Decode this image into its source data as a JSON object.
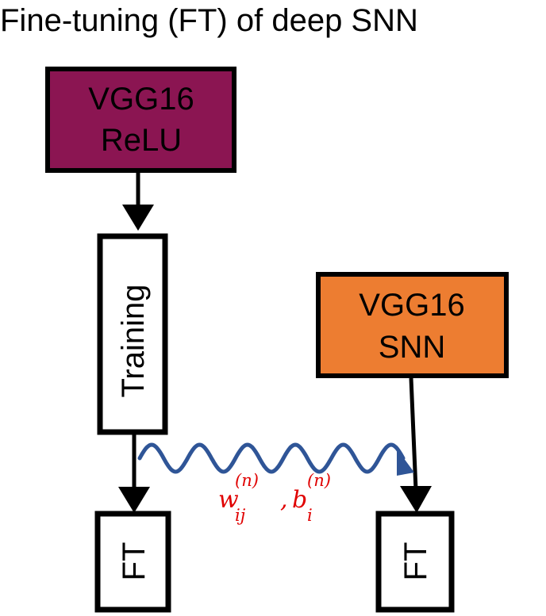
{
  "title": "Fine-tuning (FT) of deep SNN",
  "boxes": {
    "relu": {
      "line1": "VGG16",
      "line2": "ReLU",
      "fill": "#8B1552"
    },
    "training": {
      "label": "Training",
      "fill": "#FFFFFF"
    },
    "snn": {
      "line1": "VGG16",
      "line2": "SNN",
      "fill": "#ED7D31"
    },
    "ft_left": {
      "label": "FT",
      "fill": "#FFFFFF"
    },
    "ft_right": {
      "label": "FT",
      "fill": "#FFFFFF"
    }
  },
  "transfer": {
    "color": "#2F5597",
    "label_color": "#E00000",
    "w_symbol": "w",
    "w_sub": "ij",
    "w_sup": "(n)",
    "separator": ",",
    "b_symbol": "b",
    "b_sub": "i",
    "b_sup": "(n)"
  }
}
